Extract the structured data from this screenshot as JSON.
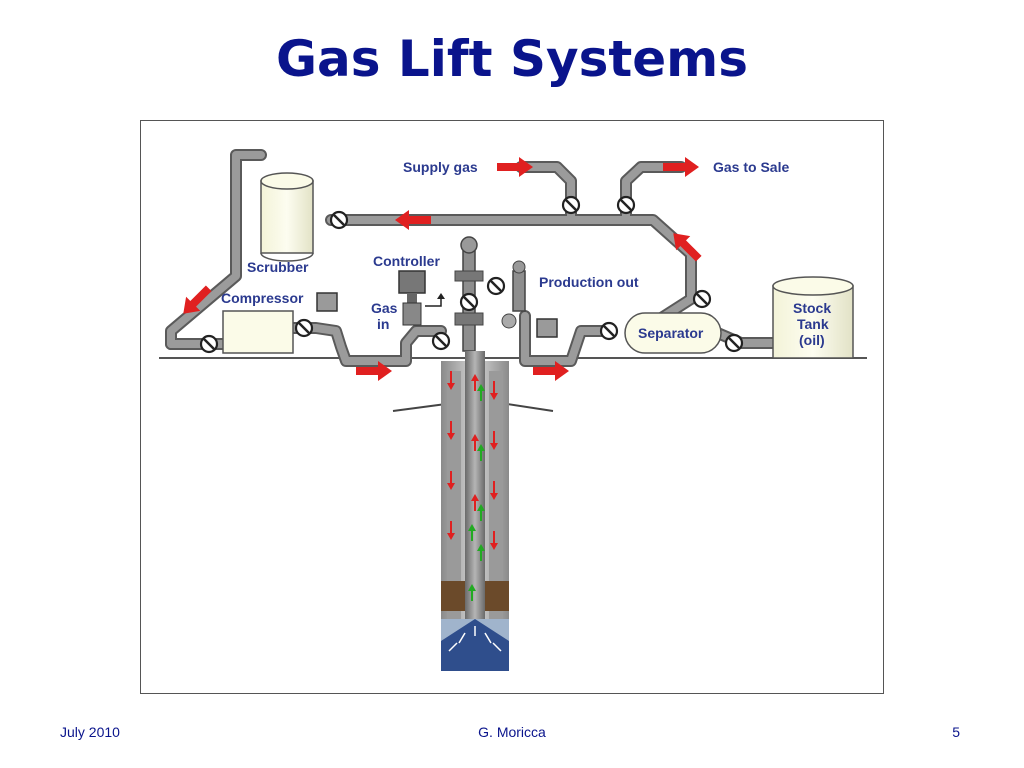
{
  "slide": {
    "title": "Gas Lift Systems",
    "footer_left": "July 2010",
    "footer_center": "G. Moricca",
    "footer_right": "5"
  },
  "diagram": {
    "labels": {
      "supply_gas": "Supply gas",
      "gas_to_sale": "Gas to Sale",
      "scrubber": "Scrubber",
      "controller": "Controller",
      "production_out": "Production out",
      "compressor": "Compressor",
      "gas": "Gas",
      "in": "in",
      "separator": "Separator",
      "stock": "Stock",
      "tank": "Tank",
      "oil": "(oil)"
    },
    "colors": {
      "pipe": "#8e8e8e",
      "pipe_edge": "#555555",
      "flow_arrow": "#e02020",
      "up_arrow": "#22aa22",
      "label": "#2b3a8f",
      "title": "#0a148c"
    }
  }
}
